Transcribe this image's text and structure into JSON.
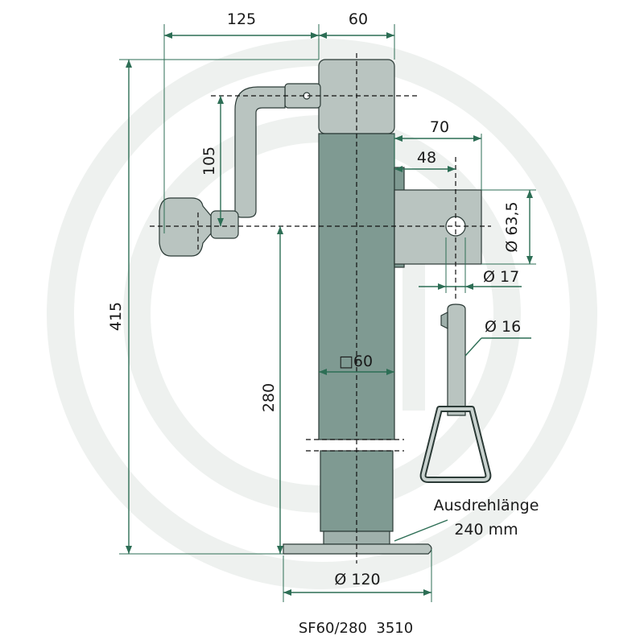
{
  "dimensions": {
    "crank_offset": "125",
    "tube_width_top": "60",
    "crank_height": "105",
    "overall_height": "415",
    "clamp_width": "70",
    "pin_offset": "48",
    "clamp_diameter": "Ø 63,5",
    "hole_diameter": "Ø 17",
    "pin_diameter": "Ø 16",
    "tube_square": "□60",
    "foot_height": "280",
    "foot_diameter": "Ø 120"
  },
  "annotation": {
    "line1": "Ausdrehlänge",
    "line2": "240 mm"
  },
  "caption": "SF60/280  3510",
  "colors": {
    "accent": "#2d6e55",
    "part": "#7f9a92",
    "part_light": "#b9c4c0"
  }
}
